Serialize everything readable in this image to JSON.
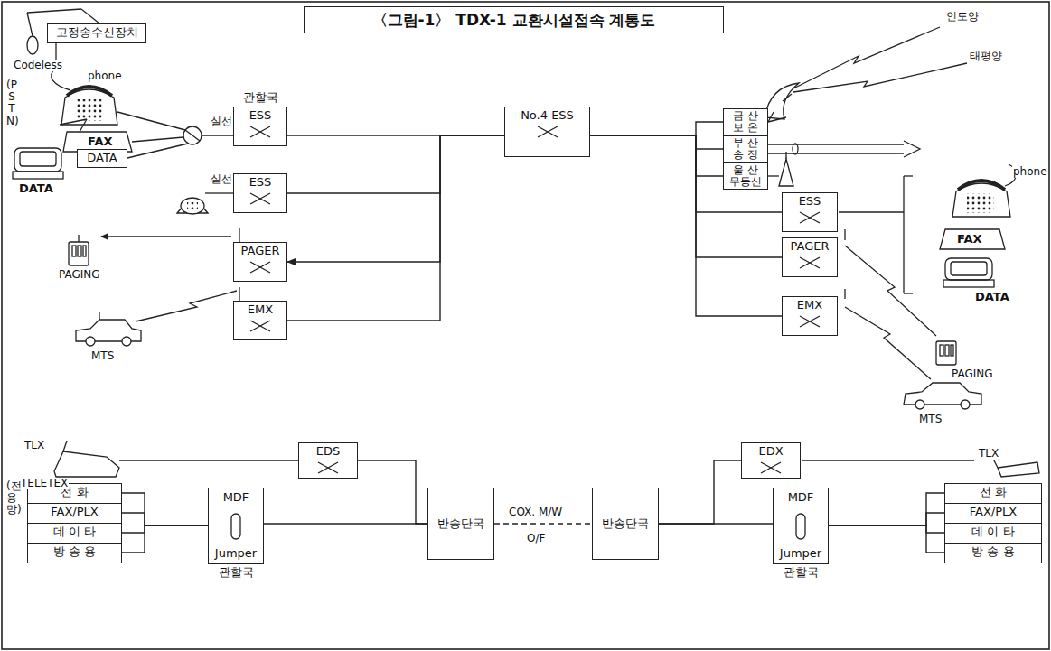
{
  "diagram": {
    "title": "〈그림-1〉 TDX-1 교환시설접속 계통도",
    "nodes": [
      {
        "text": [
          "고정송수신장치"
        ]
      },
      {
        "text": [
          "관할국",
          "ESS"
        ]
      },
      {
        "text": [
          "ESS"
        ]
      },
      {
        "text": [
          "PAGER"
        ]
      },
      {
        "text": [
          "EMX"
        ]
      },
      {
        "text": [
          "DATA"
        ]
      },
      {
        "text": [
          "No.4 ESS"
        ]
      },
      {
        "text": [
          "금 산 보 온"
        ]
      },
      {
        "text": [
          "부 산 송 정"
        ]
      },
      {
        "text": [
          "울 산 무등산"
        ]
      },
      {
        "text": [
          "ESS"
        ]
      },
      {
        "text": [
          "PAGER"
        ]
      },
      {
        "text": [
          "EMX"
        ]
      },
      {
        "text": [
          "EDS"
        ]
      },
      {
        "text": [
          "전 화"
        ]
      },
      {
        "text": [
          "FAX/PLX"
        ]
      },
      {
        "text": [
          "데 이 타"
        ]
      },
      {
        "text": [
          "방 송 용"
        ]
      },
      {
        "text": [
          "MDF",
          "Jumper",
          "관할국"
        ]
      },
      {
        "text": [
          "반송단국"
        ]
      },
      {
        "text": [
          "반송단국"
        ]
      },
      {
        "text": [
          "EDX"
        ]
      },
      {
        "text": [
          "MDF",
          "Jumper",
          "관할국"
        ]
      },
      {
        "text": [
          "전 화"
        ]
      },
      {
        "text": [
          "FAX/PLX"
        ]
      },
      {
        "text": [
          "데 이 타"
        ]
      },
      {
        "text": [
          "방 송 용"
        ]
      }
    ],
    "edges": [
      {
        "from": 1,
        "to": 6,
        "arrow": "none"
      },
      {
        "from": 2,
        "to": 6,
        "arrow": "none"
      },
      {
        "from": 6,
        "to": 3,
        "arrow": "to"
      },
      {
        "from": 4,
        "to": 6,
        "arrow": "none"
      },
      {
        "from": 6,
        "to": 7,
        "arrow": "none"
      },
      {
        "from": 6,
        "to": 8,
        "arrow": "none"
      },
      {
        "from": 6,
        "to": 9,
        "arrow": "none"
      },
      {
        "from": 6,
        "to": 10,
        "arrow": "none"
      },
      {
        "from": 6,
        "to": 11,
        "arrow": "none"
      },
      {
        "from": 6,
        "to": 12,
        "arrow": "none"
      },
      {
        "from": 13,
        "to": 19,
        "arrow": "none"
      },
      {
        "from": 18,
        "to": 19,
        "arrow": "none"
      },
      {
        "from": 19,
        "to": 20,
        "label": "COX. M/W",
        "arrow": "none"
      },
      {
        "from": 20,
        "to": 21,
        "arrow": "none"
      },
      {
        "from": 20,
        "to": 22,
        "arrow": "none"
      },
      {
        "from": 14,
        "to": 18,
        "arrow": "none"
      },
      {
        "from": 15,
        "to": 18,
        "arrow": "none"
      },
      {
        "from": 16,
        "to": 18,
        "arrow": "none"
      },
      {
        "from": 17,
        "to": 18,
        "arrow": "none"
      },
      {
        "from": 22,
        "to": 23,
        "arrow": "none"
      },
      {
        "from": 22,
        "to": 24,
        "arrow": "none"
      },
      {
        "from": 22,
        "to": 25,
        "arrow": "none"
      },
      {
        "from": 22,
        "to": 26,
        "arrow": "none"
      }
    ],
    "labels": [
      "Codeless",
      "phone",
      "FAX",
      "DATA",
      "(PSTN)",
      "실선",
      "실선",
      "PAGING",
      "MTS",
      "인도양",
      "태평양",
      "phone",
      "FAX",
      "DATA",
      "PAGING",
      "MTS",
      "TLX",
      "TELETEX",
      "(전용망)",
      "O/F",
      "TLX"
    ]
  }
}
